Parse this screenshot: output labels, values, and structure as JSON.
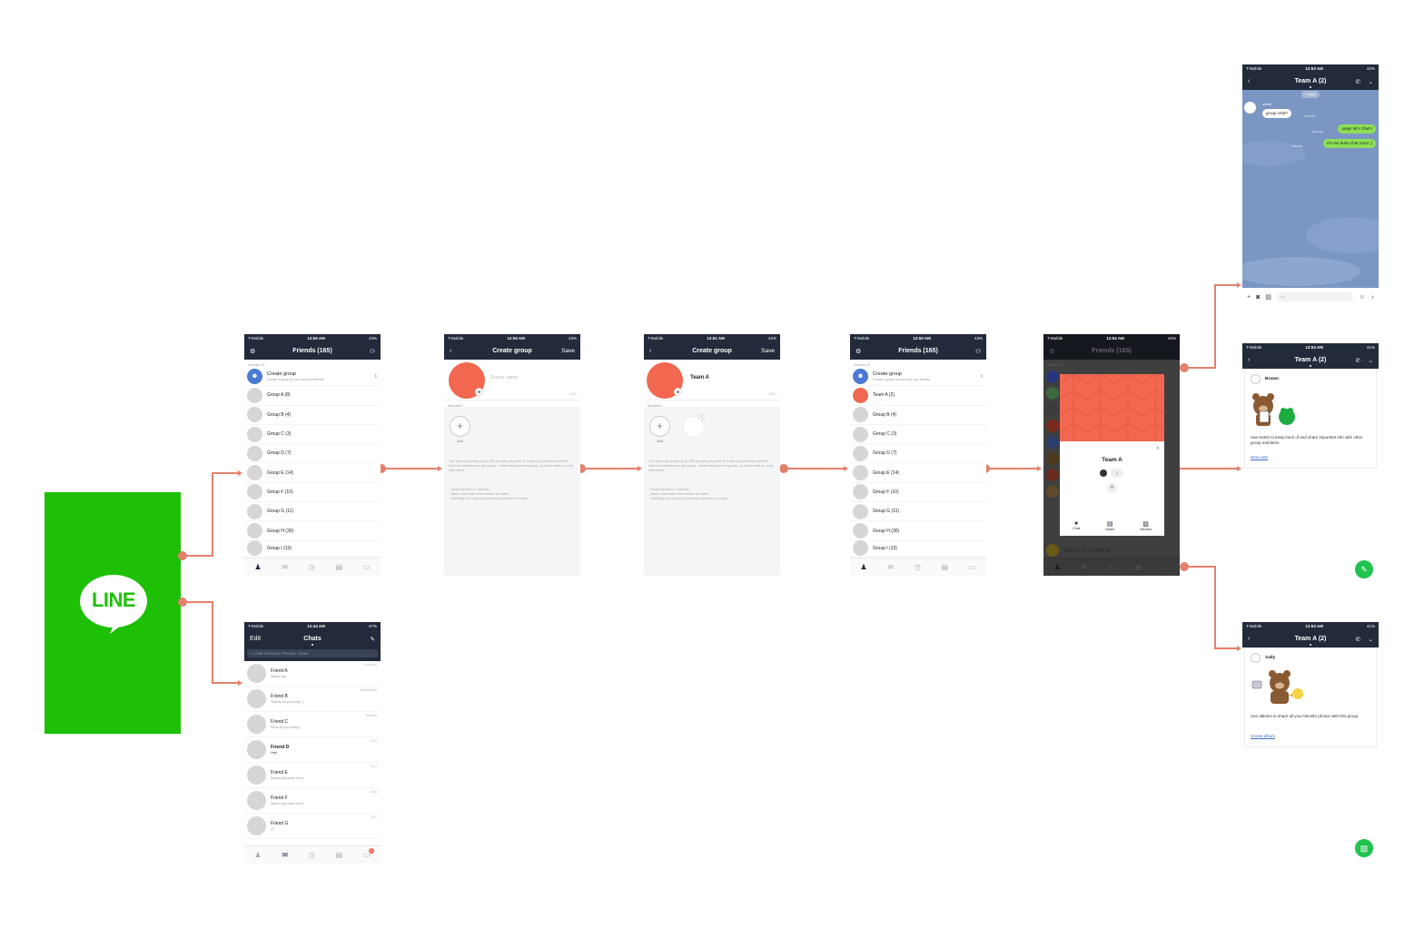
{
  "brand": {
    "logo_text": "LINE",
    "color": "#1ec005"
  },
  "colors": {
    "connector": "#e4806b",
    "header": "#222a3b",
    "accent_red": "#f2674f",
    "bubble_green": "#8de055",
    "chat_bg": "#7c96c4"
  },
  "statusbar": {
    "carrier": "T-Mobile",
    "times": [
      "12:50 AM",
      "12:50 AM",
      "12:51 AM",
      "12:50 AM",
      "12:52 AM",
      "12:53 AM",
      "12:53 AM",
      "12:53 AM",
      "12:44 AM"
    ],
    "battery": [
      "43%",
      "43%",
      "42%",
      "43%",
      "42%",
      "42%",
      "41%",
      "41%",
      "47%"
    ]
  },
  "friends_screen": {
    "title": "Friends (165)",
    "section": "Groups 11",
    "create_title": "Create group",
    "create_sub": "Create a group for you and your friends.",
    "groups": [
      "Group A  (8)",
      "Group B  (4)",
      "Group C  (3)",
      "Group D  (7)",
      "Group E  (14)",
      "Group F  (10)",
      "Group G  (11)",
      "Group H  (30)",
      "Group I  (13)"
    ]
  },
  "friends_screen_after": {
    "title": "Friends (165)",
    "section": "Groups 11",
    "create_title": "Create group",
    "create_sub": "Create a group for you and your friends.",
    "groups": [
      "Team A  (2)",
      "Group B  (4)",
      "Group C  (3)",
      "Group D  (7)",
      "Group E  (14)",
      "Group F  (10)",
      "Group G  (11)",
      "Group H  (30)",
      "Group I  (13)"
    ]
  },
  "create_group_1": {
    "title": "Create group",
    "save": "Save",
    "placeholder": "Group name",
    "counter": "0/20",
    "members_label": "Members",
    "add_label": "Add",
    "info": "You can only invite up to 499 people per chat. Friends you add here will be sent an invitation to the group. Once they join the group, you'll be able to chat with them.",
    "bullets": [
      "- Share photos in albums",
      "- Save important information as notes",
      "- Deleting the chat won't remove albums or notes."
    ]
  },
  "create_group_2": {
    "title": "Create group",
    "save": "Save",
    "group_name": "Team A",
    "counter": "6/20",
    "members_label": "Members",
    "add_label": "Add",
    "info": "You can only invite up to 499 people per chat. Friends you add here will be sent an invitation to the group. Once they join the group, you'll be able to chat with them.",
    "bullets": [
      "- Share photos in albums",
      "- Save important information as notes",
      "- Deleting the chat won't remove albums or notes."
    ]
  },
  "popup_screen": {
    "title": "Friends (165)",
    "section": "Groups 11",
    "group_name": "Team A",
    "member_count": "1",
    "actions": [
      "Chat",
      "Notes",
      "Albums"
    ],
    "bottom_item": "探るインターンBOT  (2)"
  },
  "chats_screen": {
    "edit": "Edit",
    "title": "Chats",
    "search_placeholder": "LINE services, Friends, Chats",
    "items": [
      {
        "name": "Friend A",
        "msg": "Whats upp",
        "time": "Thursday"
      },
      {
        "name": "Friend B",
        "msg": "Thanks for your help :)",
        "time": "Wednesday"
      },
      {
        "name": "Friend C",
        "msg": "What are you doing?",
        "time": "Monday"
      },
      {
        "name": "Friend D",
        "msg": "Hey!",
        "time": "8/15"
      },
      {
        "name": "Friend E",
        "msg": "Wanna get some food?",
        "time": "8/10"
      },
      {
        "name": "Friend F",
        "msg": "Wanna get some food?",
        "time": "8/08"
      },
      {
        "name": "Friend G",
        "msg": ":D",
        "time": "8/01"
      }
    ],
    "badge": "2"
  },
  "team_chat": {
    "title": "Team A (2)",
    "date": "Today",
    "sender": "name",
    "messages": [
      {
        "text": "group chat?",
        "side": "left",
        "time": "12:53 AM"
      },
      {
        "text": "yeap! let's chat!!!",
        "side": "right",
        "time": "12:53 AM"
      },
      {
        "text": "It's our team chat room :)",
        "side": "right",
        "time": "12:53 AM"
      }
    ],
    "input_placeholder": "Aa"
  },
  "notes_screen": {
    "title": "Team A (2)",
    "user": "Brown",
    "description": "Use Notes to keep track of and share important info with other group members.",
    "link": "New note"
  },
  "albums_screen": {
    "title": "Team A (2)",
    "user": "Sally",
    "description": "Use albums to share all your favorite photos with this group.",
    "link": "Create album"
  }
}
